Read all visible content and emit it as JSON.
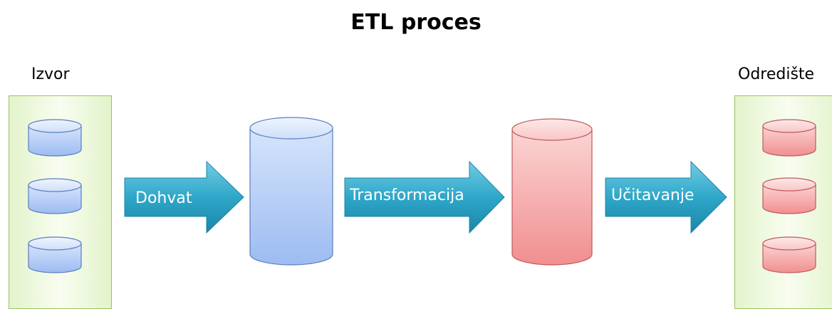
{
  "title": "ETL proces",
  "source": {
    "label": "Izvor",
    "database_count": 3,
    "color": "#a9c6f5"
  },
  "destination": {
    "label": "Odredište",
    "database_count": 3,
    "color": "#f3a3a3"
  },
  "steps": [
    {
      "label": "Dohvat"
    },
    {
      "label": "Transformacija"
    },
    {
      "label": "Učitavanje"
    }
  ],
  "staging": {
    "extracted_color": "#a9c6f5",
    "transformed_color": "#f3a3a3"
  },
  "colors": {
    "arrow": "#33a3c4",
    "panel_border": "#9bc460",
    "panel_fill": "#eaf6d8",
    "db_stroke": "#5a7fbf"
  }
}
